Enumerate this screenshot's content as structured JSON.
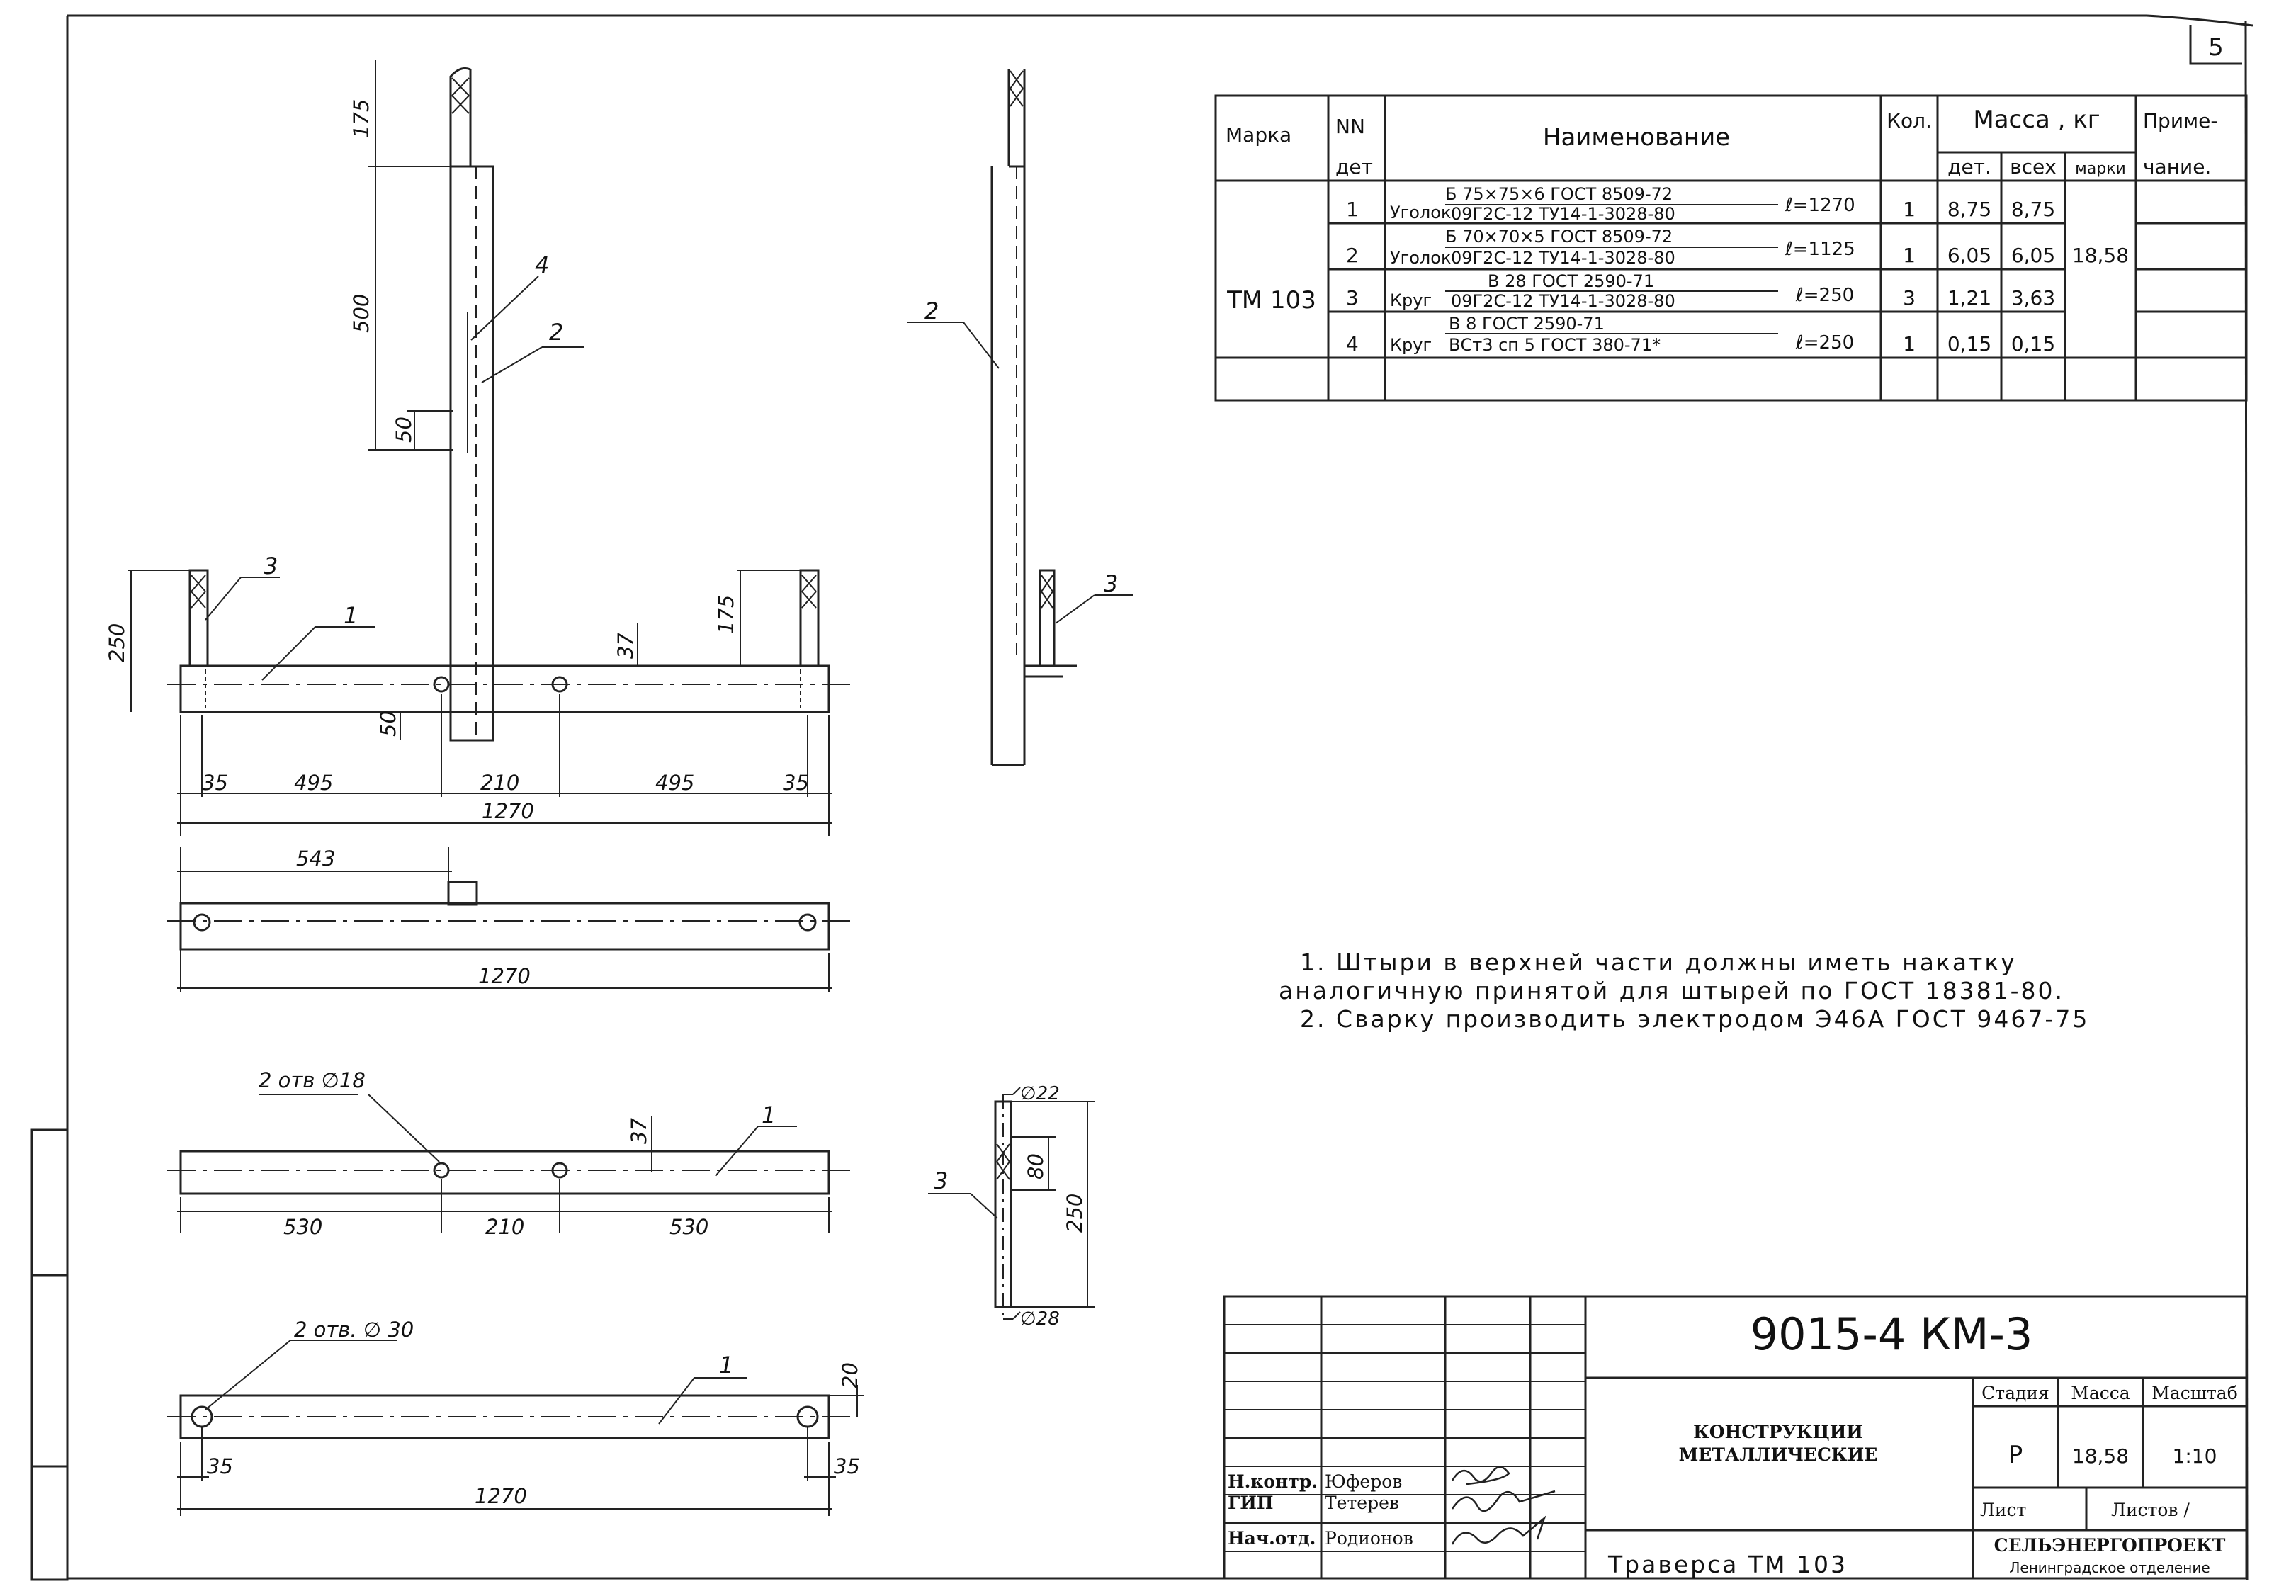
{
  "sheet_number": "5",
  "spec_table": {
    "headers": {
      "mark": "Марка",
      "part_no": "NN",
      "part_no_2": "дет",
      "name": "Наименование",
      "qty": "Кол.",
      "mass": "Масса , кг",
      "mass_part": "дет.",
      "mass_all": "всех",
      "mass_mark": "марки",
      "note": "Приме-",
      "note_2": "чание."
    },
    "mark": "ТМ 103",
    "mark_mass": "18,58",
    "rows": [
      {
        "no": "1",
        "type": "Уголок",
        "spec_top": "Б 75×75×6  ГОСТ 8509-72",
        "spec_bottom": "09Г2С-12  ТУ14-1-3028-80",
        "length": "ℓ=1270",
        "qty": "1",
        "mass_part": "8,75",
        "mass_all": "8,75"
      },
      {
        "no": "2",
        "type": "Уголок",
        "spec_top": "Б 70×70×5  ГОСТ 8509-72",
        "spec_bottom": "09Г2С-12  ТУ14-1-3028-80",
        "length": "ℓ=1125",
        "qty": "1",
        "mass_part": "6,05",
        "mass_all": "6,05"
      },
      {
        "no": "3",
        "type": "Круг",
        "spec_top": "В 28   ГОСТ 2590-71",
        "spec_bottom": "09Г2С-12  ТУ14-1-3028-80",
        "length": "ℓ=250",
        "qty": "3",
        "mass_part": "1,21",
        "mass_all": "3,63"
      },
      {
        "no": "4",
        "type": "Круг",
        "spec_top": "В 8  ГОСТ 2590-71",
        "spec_bottom": "ВСт3 сп 5  ГОСТ 380-71*",
        "length": "ℓ=250",
        "qty": "1",
        "mass_part": "0,15",
        "mass_all": "0,15"
      }
    ]
  },
  "notes": [
    "1. Штыри в верхней части должны иметь накатку",
    "аналогичную принятой для штырей по ГОСТ 18381-80.",
    "2. Сварку производить электродом Э46А ГОСТ 9467-75"
  ],
  "main_view": {
    "dims": [
      "175",
      "500",
      "50",
      "250",
      "175",
      "37",
      "50",
      "35",
      "495",
      "210",
      "495",
      "35",
      "1270"
    ],
    "positions": [
      "4",
      "2",
      "3",
      "1"
    ]
  },
  "side_view": {
    "positions": [
      "2",
      "3"
    ]
  },
  "plan_view": {
    "dims": [
      "543",
      "1270"
    ]
  },
  "part1_view_a": {
    "holes": "2 отв ∅18",
    "dims": [
      "37",
      "530",
      "210",
      "530"
    ],
    "position": "1"
  },
  "part3_view": {
    "dims": [
      "∅22",
      "80",
      "250",
      "∅28"
    ],
    "position": "3"
  },
  "part1_view_b": {
    "holes": "2 отв. ∅ 30",
    "dims": [
      "20",
      "35",
      "35",
      "1270"
    ],
    "position": "1"
  },
  "title_block": {
    "code": "9015-4 КМ-3",
    "title_line1": "КОНСТРУКЦИИ",
    "title_line2": "МЕТАЛЛИЧЕСКИЕ",
    "stage_h": "Стадия",
    "mass_h": "Масса",
    "scale_h": "Масштаб",
    "stage": "Р",
    "mass": "18,58",
    "scale": "1:10",
    "sheet_h": "Лист",
    "sheets_h": "Листов /",
    "people": [
      {
        "role": "Н.контр.",
        "name": "Юферов"
      },
      {
        "role": "ГИП",
        "name": "Тетерев"
      },
      {
        "role": "Нач.отд.",
        "name": "Родионов"
      }
    ],
    "drawing_name": "Траверса ТМ 103",
    "org": "СЕЛЬЭНЕРГОПРОЕКТ",
    "org_sub": "Ленинградское отделение"
  }
}
